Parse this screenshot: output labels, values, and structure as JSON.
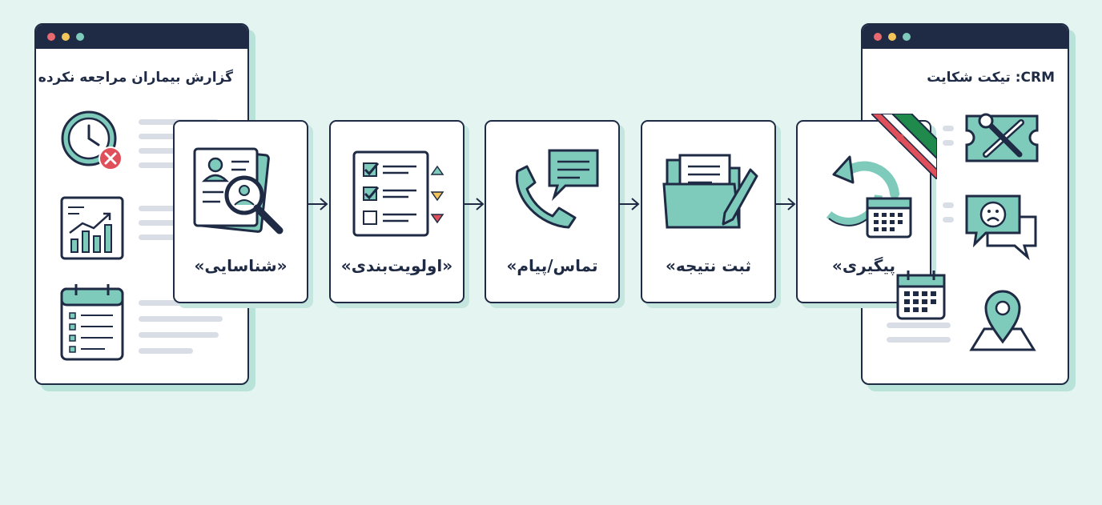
{
  "left_panel": {
    "title": "گزارش بیماران مراجعه نکرده",
    "icons": [
      "clock-missed-icon",
      "chart-icon",
      "calendar-list-icon"
    ]
  },
  "right_panel": {
    "title": "CRM: تیکت شکایت",
    "icons": [
      "ticket-tools-icon",
      "complaint-chat-icon",
      "map-pin-icon"
    ]
  },
  "steps": [
    {
      "label": "«شناسایی»",
      "icon": "patient-search-icon"
    },
    {
      "label": "«اولویت‌بندی»",
      "icon": "priority-checklist-icon"
    },
    {
      "label": "تماس/پیام»",
      "icon": "phone-message-icon"
    },
    {
      "label": "ثبت نتیجه»",
      "icon": "folder-record-icon"
    },
    {
      "label": "پیگیری»",
      "icon": "follow-up-icon"
    }
  ],
  "colors": {
    "navy": "#1f2a44",
    "teal": "#7fcbbb",
    "background": "#e4f4f1",
    "red": "#e0505a"
  }
}
